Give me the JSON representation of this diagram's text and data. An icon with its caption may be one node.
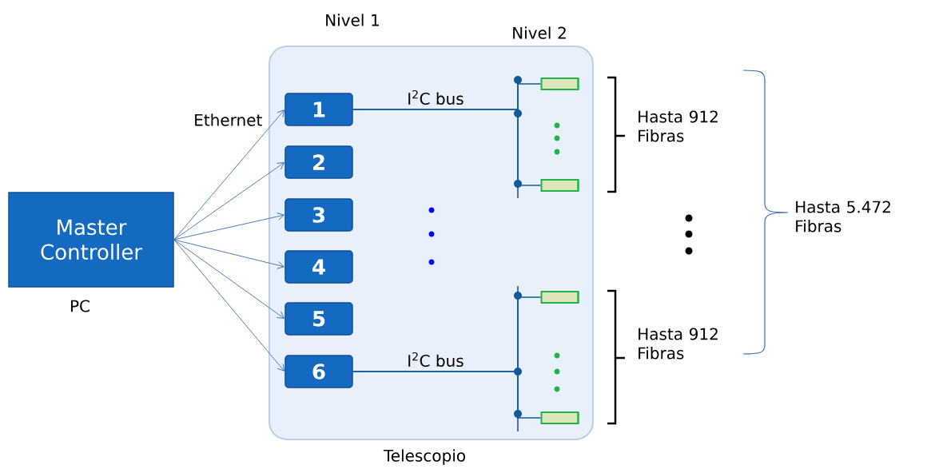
{
  "diagram": {
    "nodes": [
      {
        "text": [
          "Master Controller"
        ],
        "beside": [
          "PC"
        ]
      },
      {
        "text": [
          "Telescopio"
        ]
      },
      {
        "text": [
          "1"
        ],
        "in": 1
      },
      {
        "text": [
          "2"
        ],
        "in": 1
      },
      {
        "text": [
          "3"
        ],
        "in": 1
      },
      {
        "text": [
          "4"
        ],
        "in": 1
      },
      {
        "text": [
          "5"
        ],
        "in": 1
      },
      {
        "text": [
          "6"
        ],
        "in": 1
      },
      {
        "text": [],
        "shape": "cylinder",
        "in": 1
      },
      {
        "text": [],
        "shape": "cylinder",
        "in": 1
      },
      {
        "text": [],
        "shape": "cylinder",
        "in": 1
      },
      {
        "text": [],
        "shape": "cylinder",
        "in": 1
      }
    ],
    "edges": [
      {
        "from": 0,
        "to": 2,
        "arrow": "to"
      },
      {
        "from": 0,
        "to": 3,
        "arrow": "to"
      },
      {
        "from": 0,
        "to": 4,
        "arrow": "to"
      },
      {
        "from": 0,
        "to": 5,
        "arrow": "to"
      },
      {
        "from": 0,
        "to": 6,
        "arrow": "to"
      },
      {
        "from": 0,
        "to": 7,
        "arrow": "to"
      },
      {
        "from": 2,
        "to": 8,
        "arrow": "none",
        "label": "I$^{2}$C bus"
      },
      {
        "from": 2,
        "to": 9,
        "arrow": "none"
      },
      {
        "from": 7,
        "to": 10,
        "arrow": "none",
        "label": "I$^{2}$C bus"
      },
      {
        "from": 7,
        "to": 11,
        "arrow": "none"
      }
    ],
    "labels": [
      "Nivel 1",
      "Nivel 2",
      "Ethernet",
      "Hasta 912 Fibras",
      "Hasta 5.472 Fibras",
      "Hasta 912 Fibras"
    ]
  }
}
